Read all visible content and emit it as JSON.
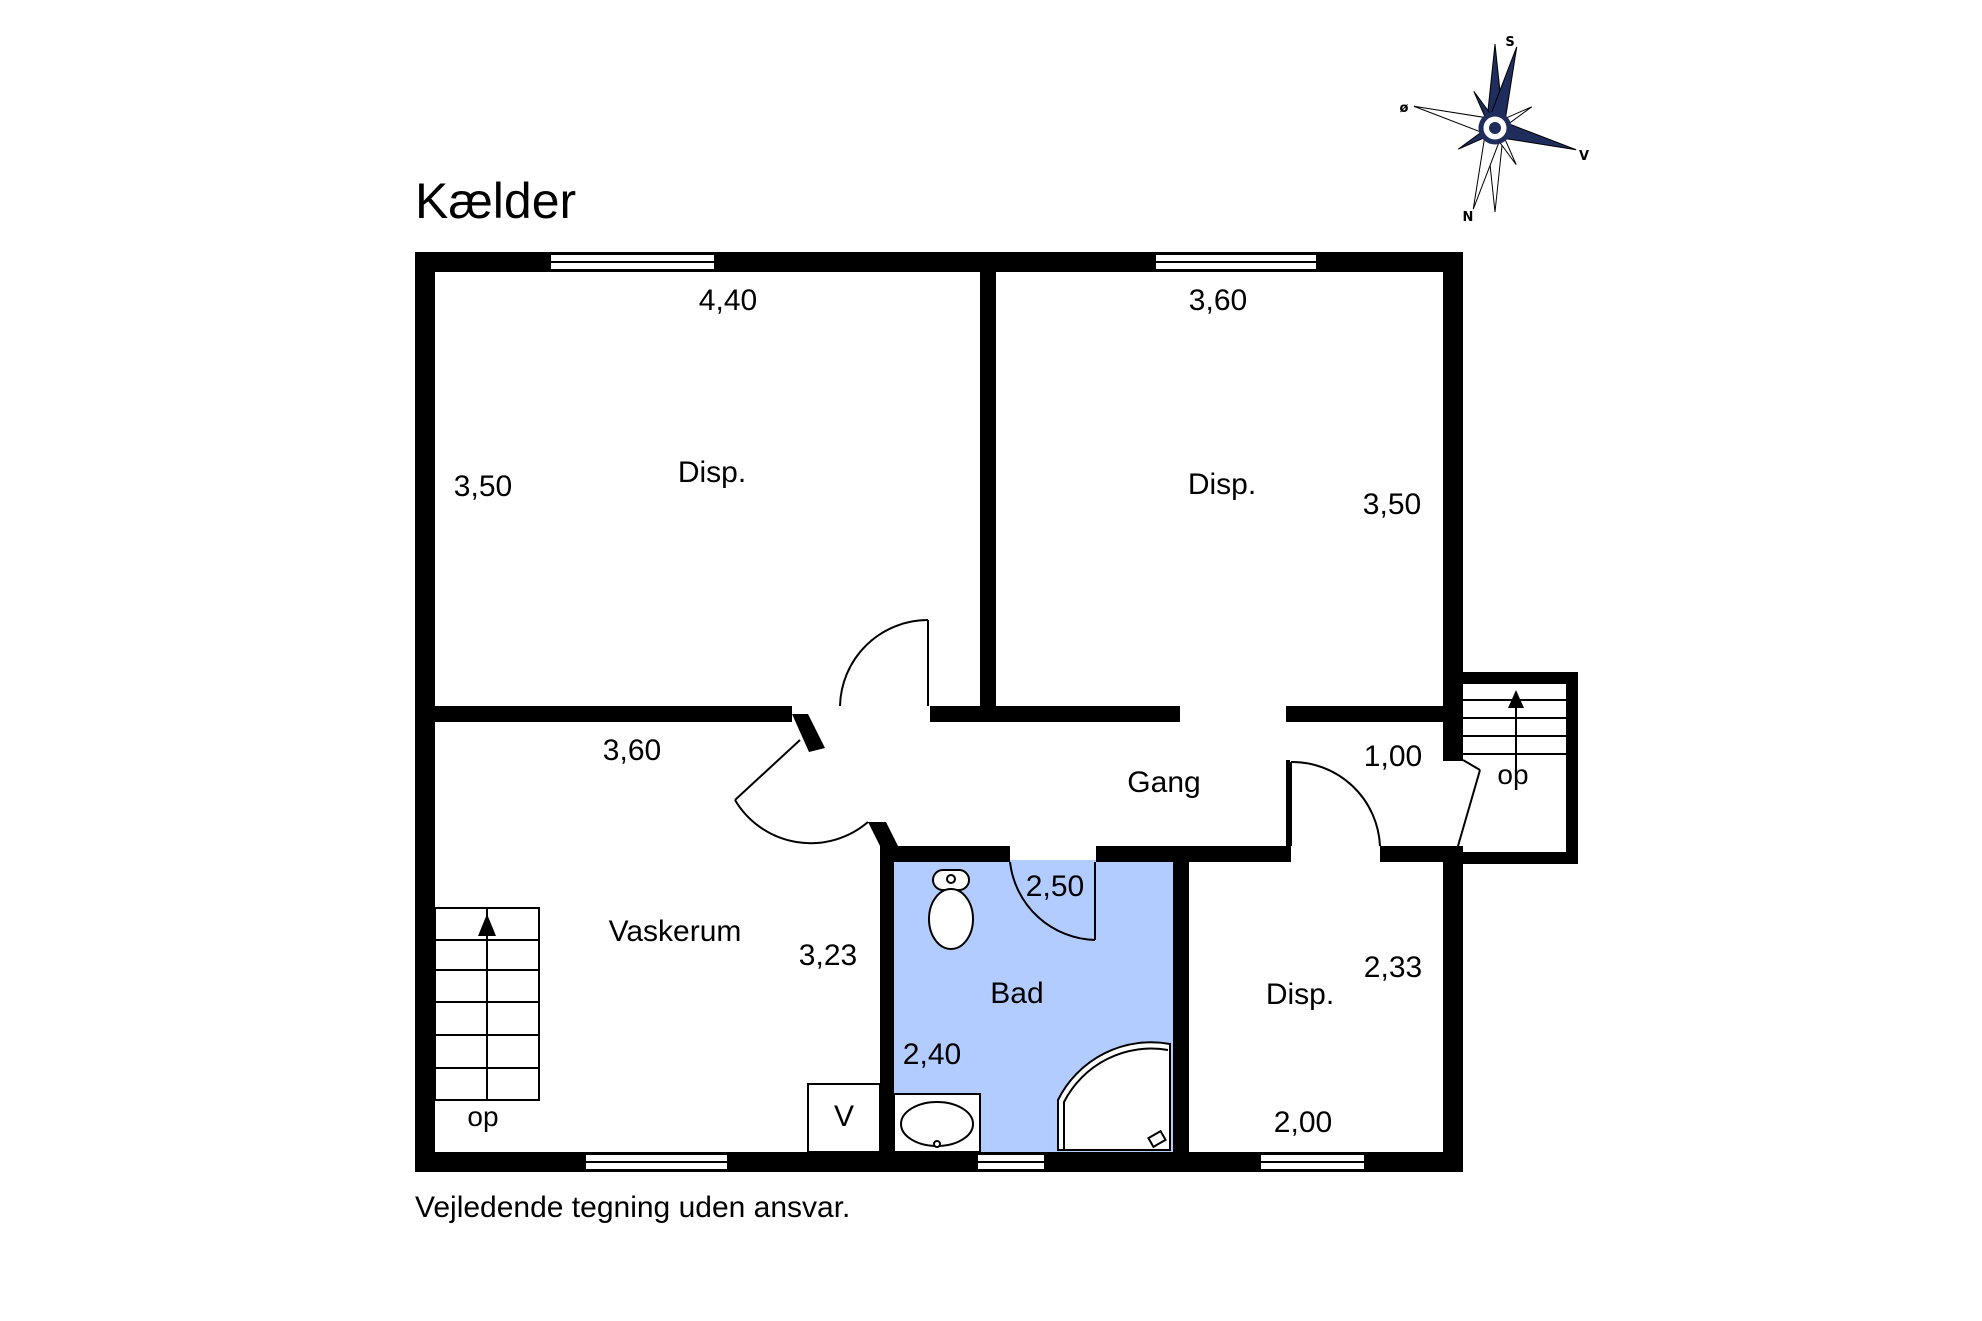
{
  "title": "Kælder",
  "footer": "Vejledende tegning uden ansvar.",
  "colors": {
    "wall": "#000000",
    "bathroom_fill": "#b3ccff",
    "compass": "#1e2d5c"
  },
  "compass": {
    "north": "N",
    "south": "S",
    "east": "ø",
    "west": "V"
  },
  "rooms": {
    "disp_top_left": {
      "name": "Disp.",
      "width": "4,40",
      "height": "3,50"
    },
    "disp_top_right": {
      "name": "Disp.",
      "width": "3,60",
      "height": "3,50"
    },
    "vaskerum": {
      "name": "Vaskerum",
      "width": "3,60",
      "height": "3,23",
      "stair_label": "op",
      "box_label": "V"
    },
    "gang": {
      "name": "Gang",
      "width": "1,00"
    },
    "entry_stair": {
      "label": "op"
    },
    "bad": {
      "name": "Bad",
      "width": "2,50",
      "height": "2,40"
    },
    "disp_bottom_right": {
      "name": "Disp.",
      "width": "2,00",
      "height": "2,33"
    }
  }
}
